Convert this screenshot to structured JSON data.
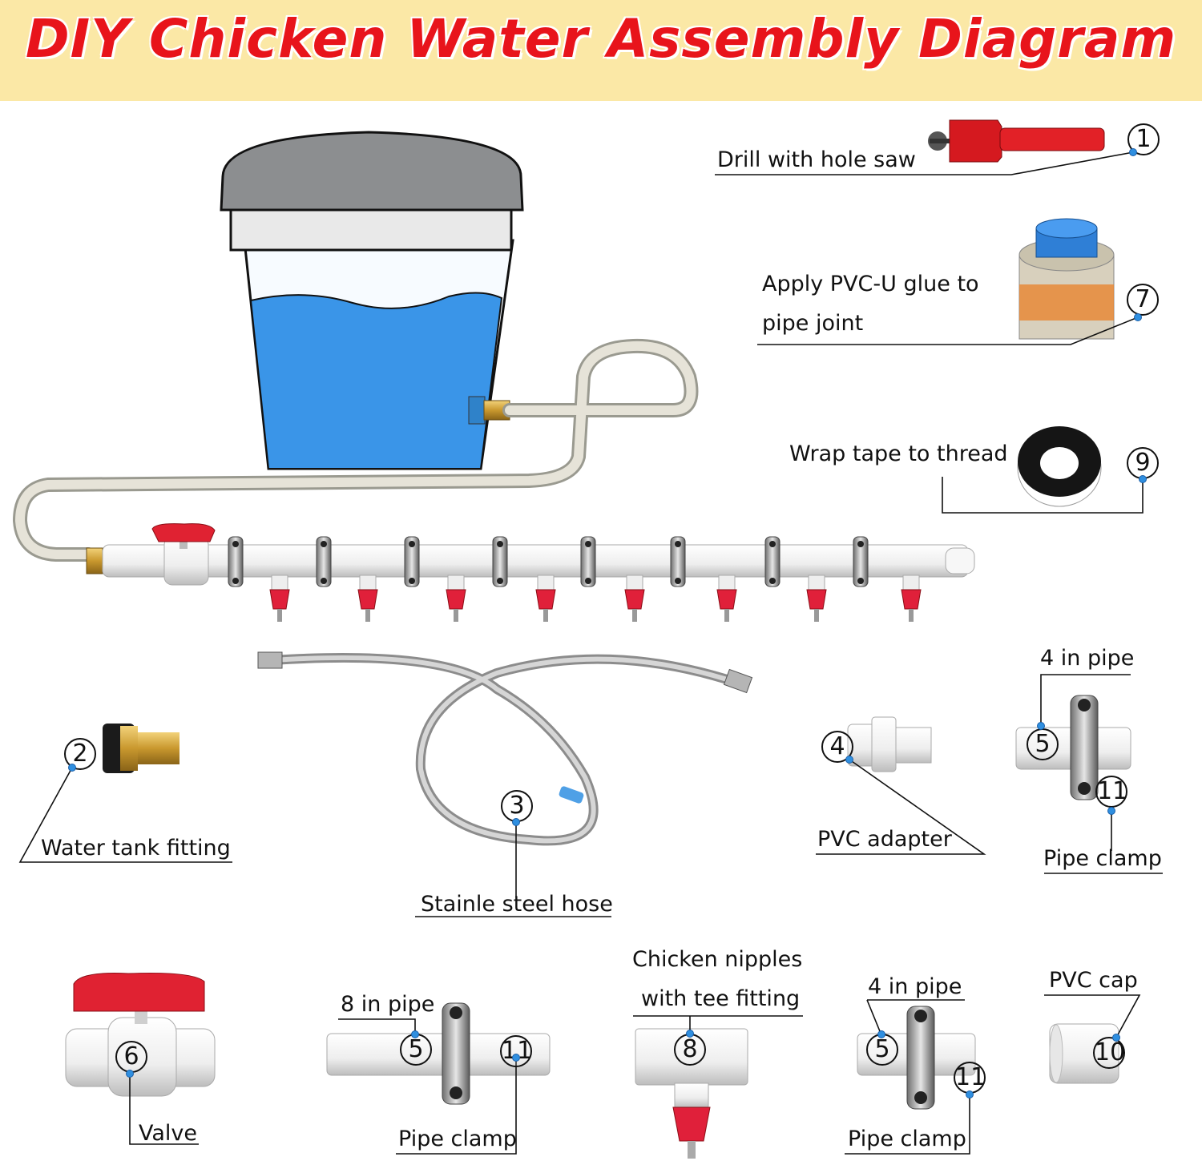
{
  "title": "DIY Chicken Water Assembly Diagram",
  "colors": {
    "title_red": "#e8141b",
    "header_bg": "#fbe8a6",
    "water_blue": "#3a95e8",
    "pvc_white": "#f2f2f2",
    "nipple_red": "#e0203a",
    "callout_dot": "#2f8fe0"
  },
  "parts": [
    {
      "number": "1",
      "icon": "hole-saw-icon",
      "label": "Drill with hole saw"
    },
    {
      "number": "2",
      "icon": "brass-fitting-icon",
      "label": "Water tank fitting"
    },
    {
      "number": "3",
      "icon": "braided-hose-icon",
      "label": "Stainle steel hose"
    },
    {
      "number": "4",
      "icon": "pvc-adapter-icon",
      "label": "PVC adapter"
    },
    {
      "number": "5",
      "icon": "pvc-pipe-icon",
      "label": "4 in pipe"
    },
    {
      "number": "11",
      "icon": "pipe-clamp-icon",
      "label": "Pipe clamp"
    },
    {
      "number": "6",
      "icon": "ball-valve-icon",
      "label": "Valve"
    },
    {
      "number": "7",
      "icon": "glue-can-icon",
      "label_line1": "Apply PVC-U glue to",
      "label_line2": "pipe joint"
    },
    {
      "number": "9",
      "icon": "tape-roll-icon",
      "label": "Wrap tape to thread"
    }
  ],
  "bottom_row": {
    "pipe8": {
      "label": "8 in pipe",
      "pipe_number": "5",
      "clamp_number": "11",
      "clamp_label": "Pipe clamp"
    },
    "nipple": {
      "label_line1": "Chicken nipples",
      "label_line2": "with tee fitting",
      "number": "8"
    },
    "pipe4": {
      "label": "4 in pipe",
      "pipe_number": "5",
      "clamp_number": "11",
      "clamp_label": "Pipe clamp"
    },
    "cap": {
      "label": "PVC cap",
      "number": "10"
    }
  }
}
